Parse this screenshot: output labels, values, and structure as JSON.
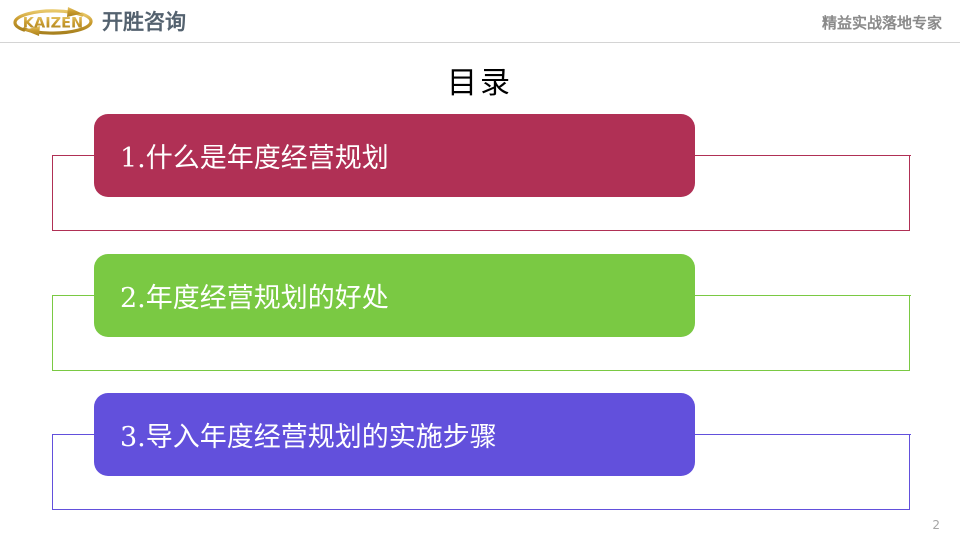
{
  "header": {
    "logo_text": "KAIZEN",
    "logo_word": "开胜咨询",
    "logo_icon": "kaizen-circular-arrow-logo",
    "tagline": "精益实战落地专家"
  },
  "title": "目录",
  "agenda": {
    "items": [
      {
        "index": "1.",
        "label": "1.什么是年度经营规划",
        "color": "#b03055"
      },
      {
        "index": "2.",
        "label": "2.年度经营规划的好处",
        "color": "#7ac943"
      },
      {
        "index": "3.",
        "label": "3.导入年度经营规划的实施步骤",
        "color": "#6250dc"
      }
    ]
  },
  "footer": {
    "page_number": "2"
  },
  "colors": {
    "crimson": "#b03055",
    "green": "#7ac943",
    "purple": "#6250dc",
    "logo_gold": "#c99b2e",
    "logo_word_gray": "#54626f",
    "tagline_gray": "#8a8a8a",
    "header_rule": "#d4d4d4",
    "page_number_gray": "#a6a6a6"
  }
}
